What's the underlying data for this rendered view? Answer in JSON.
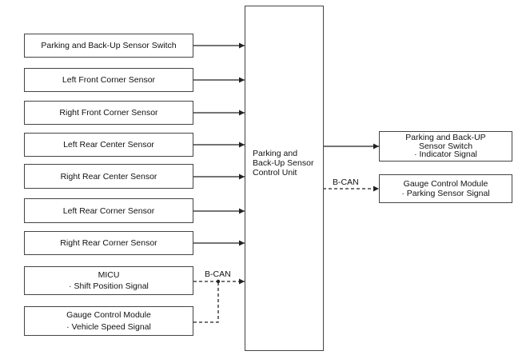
{
  "inputs": [
    {
      "label": "Parking and Back-Up Sensor Switch"
    },
    {
      "label": "Left Front Corner Sensor"
    },
    {
      "label": "Right Front Corner Sensor"
    },
    {
      "label": "Left Rear Center Sensor"
    },
    {
      "label": "Right Rear Center Sensor"
    },
    {
      "label": "Left Rear Corner Sensor"
    },
    {
      "label": "Right Rear Corner Sensor"
    }
  ],
  "micu": {
    "title": "MICU",
    "signal": "· Shift Position Signal"
  },
  "gauge_in": {
    "title": "Gauge Control Module",
    "signal": "· Vehicle Speed Signal"
  },
  "control_unit": {
    "line1": "Parking and",
    "line2": "Back-Up Sensor",
    "line3": "Control Unit"
  },
  "out_indicator": {
    "line1": "Parking and Back-UP",
    "line2": "Sensor Switch",
    "line3": "· Indicator Signal"
  },
  "out_gauge": {
    "title": "Gauge Control Module",
    "signal": "· Parking Sensor Signal"
  },
  "bus_labels": {
    "input_bus": "B-CAN",
    "output_bus": "B-CAN"
  }
}
